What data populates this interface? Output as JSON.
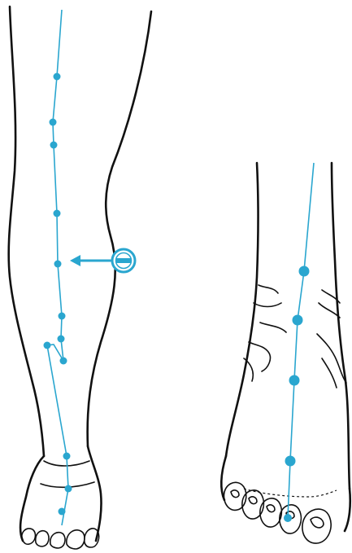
{
  "colors": {
    "meridian": "#2aa6cf",
    "outline": "#111111",
    "background": "#ffffff"
  },
  "figures": [
    {
      "name": "leg-front-view",
      "points_count": 12
    },
    {
      "name": "foot-top-view",
      "points_count": 5
    }
  ],
  "marker": {
    "icon": "minus-circle-icon",
    "meaning": "sedation"
  }
}
